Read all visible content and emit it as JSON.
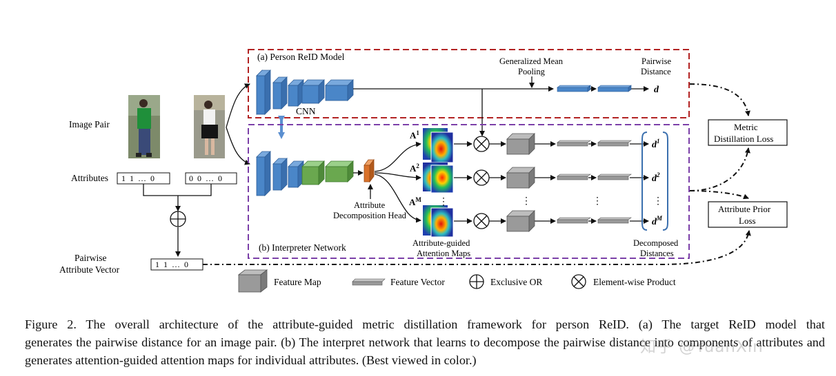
{
  "labels": {
    "image_pair": "Image Pair",
    "attributes": "Attributes",
    "attr_vec_a": "1  1  …  0",
    "attr_vec_b": "0  0  …  0",
    "pairwise_attr_vector_line1": "Pairwise",
    "pairwise_attr_vector_line2": "Attribute Vector",
    "pairwise_vec": "1  1  …  0",
    "panel_a_title": "(a) Person ReID Model",
    "cnn": "CNN",
    "gem_line1": "Generalized Mean",
    "gem_line2": "Pooling",
    "pairwise_distance_line1": "Pairwise",
    "pairwise_distance_line2": "Distance",
    "d": "d",
    "panel_b_title": "(b) Interpreter Network",
    "attr_head_line1": "Attribute",
    "attr_head_line2": "Decomposition Head",
    "a1": "A",
    "a1_sup": "1",
    "a2": "A",
    "a2_sup": "2",
    "am": "A",
    "am_sup": "M",
    "d1": "d",
    "d1_sup": "1",
    "d2": "d",
    "d2_sup": "2",
    "dm": "d",
    "dm_sup": "M",
    "vdots": "⋮",
    "attn_maps_line1": "Attribute-guided",
    "attn_maps_line2": "Attention Maps",
    "decomposed_line1": "Decomposed",
    "decomposed_line2": "Distances",
    "metric_loss_line1": "Metric",
    "metric_loss_line2": "Distillation Loss",
    "prior_loss_line1": "Attribute Prior",
    "prior_loss_line2": "Loss"
  },
  "legend": {
    "feature_map": "Feature Map",
    "feature_vector": "Feature Vector",
    "xor": "Exclusive OR",
    "element_product": "Element-wise Product"
  },
  "caption": {
    "line1": "Figure 2. The overall architecture of the attribute-guided metric distillation framework for person ReID. (a) The target ReID model that",
    "rest": "generates the pairwise distance for an image pair. (b) The interpret network that learns to decompose the pairwise distance into components of attributes and generates attention-guided attention maps for individual attributes. (Best viewed in color.)"
  },
  "watermark": "知乎 @YuanXin",
  "colors": {
    "panel_a_border": "#b22222",
    "panel_b_border": "#7b3fa8",
    "cnn_blue": "#4a86c8",
    "head_green": "#6aa84f",
    "attr_head_orange": "#d9722b",
    "feature_gray": "#8c8c8c"
  }
}
